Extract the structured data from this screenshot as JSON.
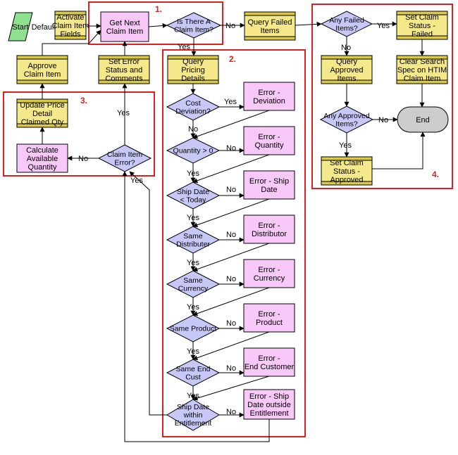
{
  "colors": {
    "task_fill": "#f4e88a",
    "task_bar": "#d9c84a",
    "subproc_fill": "#f8c8f8",
    "decision_fill": "#c8c8f8",
    "start_fill": "#8fe08f",
    "end_fill": "#cccccc",
    "region_border": "#e02020",
    "line": "#000000"
  },
  "regions": [
    {
      "id": "r1",
      "label": "1."
    },
    {
      "id": "r2",
      "label": "2."
    },
    {
      "id": "r3",
      "label": "3."
    },
    {
      "id": "r4",
      "label": "4."
    }
  ],
  "nodes": [
    {
      "id": "start",
      "lines": [
        "Start"
      ]
    },
    {
      "id": "default",
      "lines": [
        "Default"
      ]
    },
    {
      "id": "activate",
      "lines": [
        "Activate",
        "Claim Item",
        "Fields"
      ]
    },
    {
      "id": "getnext",
      "lines": [
        "Get Next",
        "Claim Item"
      ]
    },
    {
      "id": "isthere",
      "lines": [
        "Is There A",
        "Claim Item?"
      ]
    },
    {
      "id": "queryfailed",
      "lines": [
        "Query Failed",
        "Items"
      ]
    },
    {
      "id": "anyfailed",
      "lines": [
        "Any Failed",
        "Items?"
      ]
    },
    {
      "id": "setfailed",
      "lines": [
        "Set Claim",
        "Status -",
        "Failed"
      ]
    },
    {
      "id": "queryapproved",
      "lines": [
        "Query",
        "Approved",
        "Items"
      ]
    },
    {
      "id": "clearsearch",
      "lines": [
        "Clear Search",
        "Spec on HTIM",
        "Claim Item"
      ]
    },
    {
      "id": "anyapproved",
      "lines": [
        "Any Approved",
        "Items?"
      ]
    },
    {
      "id": "end",
      "lines": [
        "End"
      ]
    },
    {
      "id": "setapproved",
      "lines": [
        "Set Claim",
        "Status -",
        "Approved"
      ]
    },
    {
      "id": "approve",
      "lines": [
        "Approve",
        "Claim Item"
      ]
    },
    {
      "id": "seterror",
      "lines": [
        "Set Error",
        "Status and",
        "Comments"
      ]
    },
    {
      "id": "updateprice",
      "lines": [
        "Update Price",
        "Detail",
        "Claimed Qty"
      ]
    },
    {
      "id": "calcavail",
      "lines": [
        "Calculate",
        "Available",
        "Quantity"
      ]
    },
    {
      "id": "claimerror",
      "lines": [
        "Claim Item",
        "Error?"
      ]
    },
    {
      "id": "querypricing",
      "lines": [
        "Query",
        "Pricing",
        "Details"
      ]
    },
    {
      "id": "costdev",
      "lines": [
        "Cost",
        "Deviation?"
      ]
    },
    {
      "id": "errdev",
      "lines": [
        "Error -",
        "Deviation"
      ]
    },
    {
      "id": "qty0",
      "lines": [
        "Quantity > 0"
      ]
    },
    {
      "id": "errqty",
      "lines": [
        "Error -",
        "Quantity"
      ]
    },
    {
      "id": "shipdate",
      "lines": [
        "Ship Date",
        "< Today"
      ]
    },
    {
      "id": "errship",
      "lines": [
        "Error - Ship",
        "Date"
      ]
    },
    {
      "id": "samedist",
      "lines": [
        "Same",
        "Distributer"
      ]
    },
    {
      "id": "errdist",
      "lines": [
        "Error -",
        "Distributor"
      ]
    },
    {
      "id": "samecur",
      "lines": [
        "Same",
        "Currency"
      ]
    },
    {
      "id": "errcur",
      "lines": [
        "Error -",
        "Currency"
      ]
    },
    {
      "id": "sameprod",
      "lines": [
        "Same Product"
      ]
    },
    {
      "id": "errprod",
      "lines": [
        "Error -",
        "Product"
      ]
    },
    {
      "id": "sameend",
      "lines": [
        "Same End",
        "Cust"
      ]
    },
    {
      "id": "errend",
      "lines": [
        "Error -",
        "End Customer"
      ]
    },
    {
      "id": "shipwithin",
      "lines": [
        "Ship Date",
        "within",
        "Entitlement"
      ]
    },
    {
      "id": "errent",
      "lines": [
        "Error - Ship",
        "Date outside",
        "Entitlement"
      ]
    }
  ],
  "edge_labels": {
    "no": "No",
    "yes": "Yes"
  }
}
